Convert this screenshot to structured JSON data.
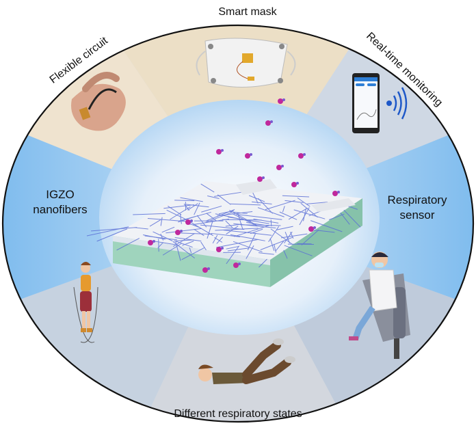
{
  "labels": {
    "top": "Smart mask",
    "top_left": "Flexible circuit",
    "top_right": "Real-time monitoring",
    "left_line1": "IGZO",
    "left_line2": "nanofibers",
    "right_line1": "Respiratory",
    "right_line2": "sensor",
    "bottom": "Different respiratory states"
  },
  "colors": {
    "ring_blue": "#8fc4ef",
    "beige": "#efe2cc",
    "grey_blue": "#c3cedc",
    "fiber": "#5a6fd6",
    "molecule": "#c0289c",
    "substrate": "#9fd4bd"
  },
  "icons": [
    "flexible-circuit-photo",
    "smart-mask-photo",
    "smartphone-icon",
    "wireless-signal-icon",
    "jump-rope-person",
    "lying-exercise-person",
    "seated-masked-person",
    "sensor-device",
    "gas-molecules"
  ]
}
